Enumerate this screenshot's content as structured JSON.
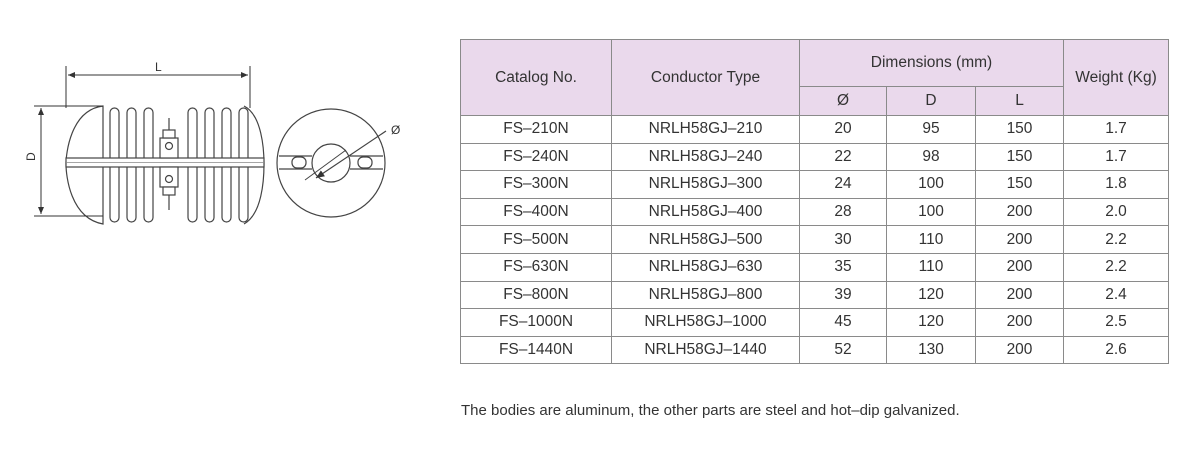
{
  "drawing": {
    "label_length": "L",
    "label_diameter": "D",
    "label_bore": "Ø"
  },
  "table": {
    "headers": {
      "catalog_no": "Catalog No.",
      "conductor_type": "Conductor Type",
      "dimensions_group": "Dimensions (mm)",
      "dim_phi": "Ø",
      "dim_d": "D",
      "dim_l": "L",
      "weight": "Weight (Kg)"
    },
    "rows": [
      [
        "FS–210N",
        "NRLH58GJ–210",
        "20",
        "95",
        "150",
        "1.7"
      ],
      [
        "FS–240N",
        "NRLH58GJ–240",
        "22",
        "98",
        "150",
        "1.7"
      ],
      [
        "FS–300N",
        "NRLH58GJ–300",
        "24",
        "100",
        "150",
        "1.8"
      ],
      [
        "FS–400N",
        "NRLH58GJ–400",
        "28",
        "100",
        "200",
        "2.0"
      ],
      [
        "FS–500N",
        "NRLH58GJ–500",
        "30",
        "110",
        "200",
        "2.2"
      ],
      [
        "FS–630N",
        "NRLH58GJ–630",
        "35",
        "110",
        "200",
        "2.2"
      ],
      [
        "FS–800N",
        "NRLH58GJ–800",
        "39",
        "120",
        "200",
        "2.4"
      ],
      [
        "FS–1000N",
        "NRLH58GJ–1000",
        "45",
        "120",
        "200",
        "2.5"
      ],
      [
        "FS–1440N",
        "NRLH58GJ–1440",
        "52",
        "130",
        "200",
        "2.6"
      ]
    ]
  },
  "note": "The bodies are aluminum, the other parts are steel and hot–dip galvanized.",
  "colors": {
    "header_background": "#ead9ec",
    "table_border": "#8a8a8a",
    "text": "#333333"
  }
}
